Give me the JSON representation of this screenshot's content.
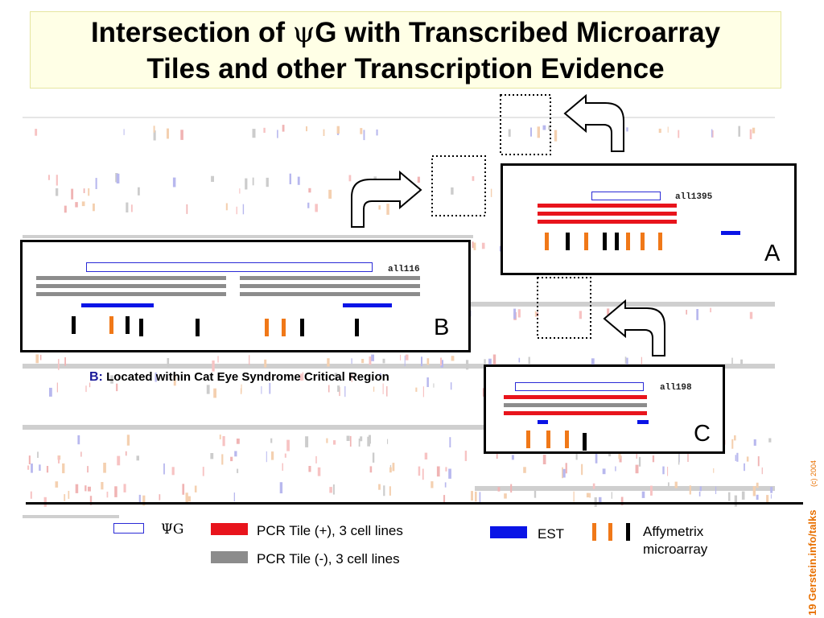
{
  "title": {
    "line1_pre": "Intersection of ",
    "line1_psi": "ψ",
    "line1_post": "G with Transcribed Microarray",
    "line2": "Tiles and other Transcription Evidence"
  },
  "panels": {
    "a": {
      "gene_label": "all1395",
      "letter": "A"
    },
    "b": {
      "gene_label": "all116",
      "letter": "B"
    },
    "c": {
      "gene_label": "all198",
      "letter": "C"
    }
  },
  "caption": {
    "prefix": "B:",
    "text": "Located within Cat Eye Syndrome Critical Region"
  },
  "legend": {
    "psig": "ΨG",
    "pcr_pos": "PCR Tile (+), 3 cell lines",
    "pcr_neg": "PCR Tile (-), 3 cell lines",
    "est": "EST",
    "affy_line1": "Affymetrix",
    "affy_line2": "microarray"
  },
  "side_text": {
    "main": "19 Gerstein.info/talks",
    "copyright": "(c) 2004"
  },
  "colors": {
    "psig_outline": "#2a2ad6",
    "pcr_pos": "#e8141c",
    "pcr_neg": "#8c8c8c",
    "est": "#0a14e6",
    "affy_orange": "#f07818",
    "affy_black": "#000000",
    "side_text": "#e87000",
    "title_bg": "#ffffe6"
  }
}
